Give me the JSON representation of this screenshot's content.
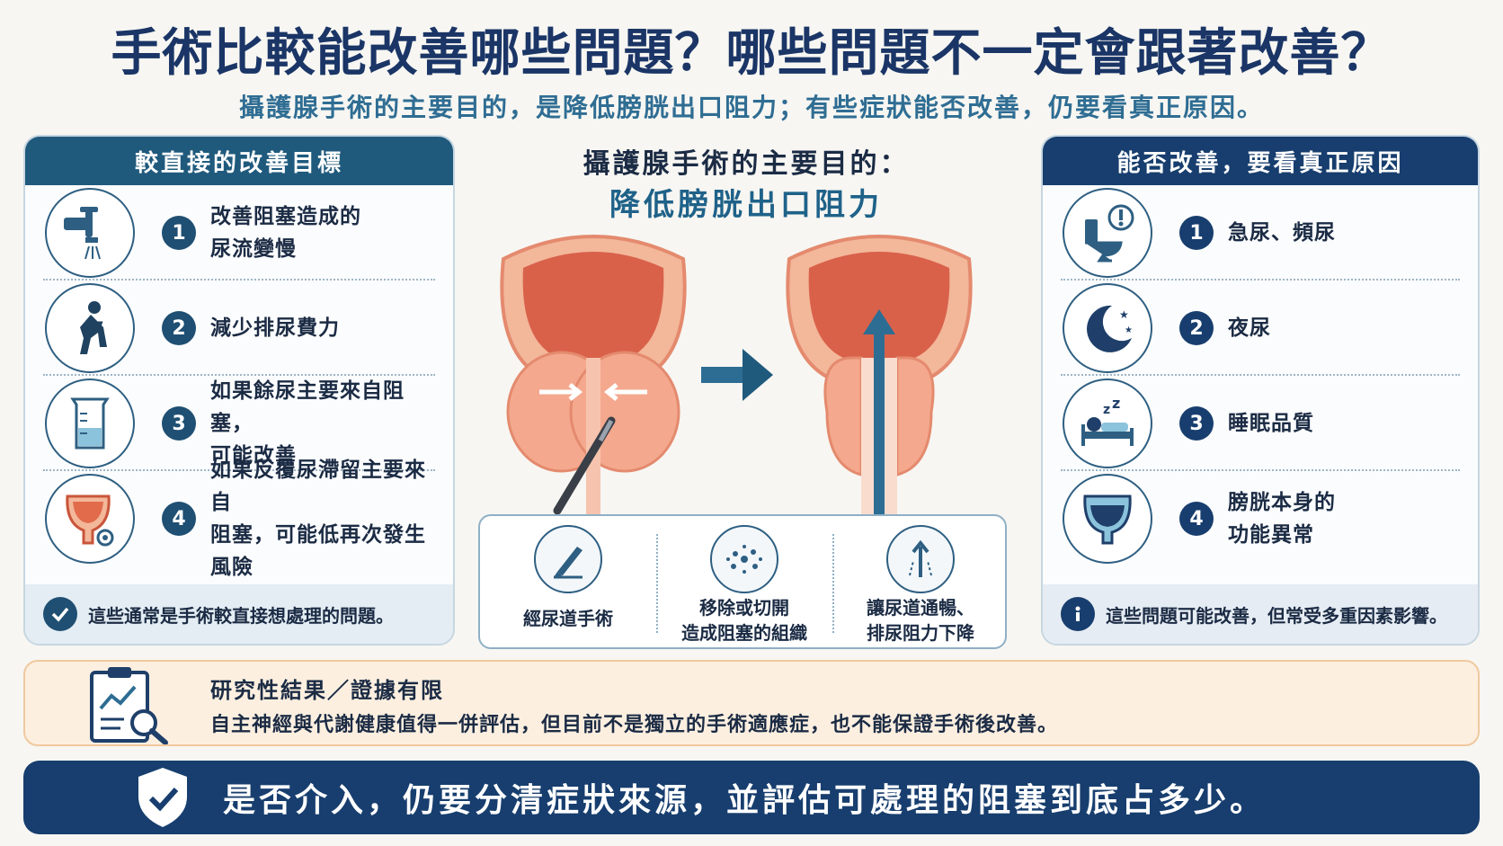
{
  "title": "手術比較能改善哪些問題？哪些問題不一定會跟著改善？",
  "subtitle": "攝護腺手術的主要目的，是降低膀胱出口阻力；有些症狀能否改善，仍要看真正原因。",
  "left_panel": {
    "heading": "較直接的改善目標",
    "items": [
      {
        "num": "1",
        "text": "改善阻塞造成的\n尿流變慢",
        "icon": "faucet-icon"
      },
      {
        "num": "2",
        "text": "減少排尿費力",
        "icon": "straining-person-icon"
      },
      {
        "num": "3",
        "text": "如果餘尿主要來自阻塞，\n可能改善",
        "icon": "beaker-icon"
      },
      {
        "num": "4",
        "text": "如果反覆尿滯留主要來自\n阻塞，可能低再次發生風險",
        "icon": "bladder-icon"
      }
    ],
    "footer": "這些通常是手術較直接想處理的問題。"
  },
  "center": {
    "title_line1": "攝護腺手術的主要目的：",
    "title_line2": "降低膀胱出口阻力",
    "methods": [
      {
        "text": "經尿道手術",
        "icon": "scalpel-icon"
      },
      {
        "text": "移除或切開\n造成阻塞的組織",
        "icon": "tissue-dots-icon"
      },
      {
        "text": "讓尿道通暢、\n排尿阻力下降",
        "icon": "flow-arrows-icon"
      }
    ]
  },
  "right_panel": {
    "heading": "能否改善，要看真正原因",
    "items": [
      {
        "num": "1",
        "text": "急尿、頻尿",
        "icon": "toilet-alert-icon"
      },
      {
        "num": "2",
        "text": "夜尿",
        "icon": "moon-stars-icon"
      },
      {
        "num": "3",
        "text": "睡眠品質",
        "icon": "sleep-icon"
      },
      {
        "num": "4",
        "text": "膀胱本身的\n功能異常",
        "icon": "bladder-icon"
      }
    ],
    "footer": "這些問題可能改善，但常受多重因素影響。"
  },
  "research": {
    "title": "研究性結果／證據有限",
    "text": "自主神經與代謝健康值得一併評估，但目前不是獨立的手術適應症，也不能保證手術後改善。"
  },
  "banner": {
    "text": "是否介入，仍要分清症狀來源，並評估可處理的阻塞到底占多少。"
  },
  "colors": {
    "navy": "#173e6e",
    "teal": "#1f5a7d",
    "accent_blue": "#1f6289",
    "tissue": "#e88a6a"
  }
}
